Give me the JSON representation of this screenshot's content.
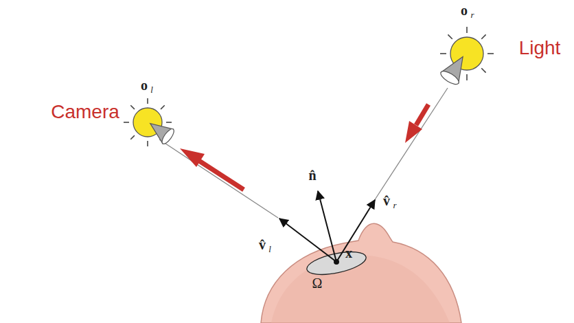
{
  "diagram": {
    "labels": [
      "Camera",
      "Light",
      "o",
      "l",
      "o",
      "r",
      "n̂",
      "v̂",
      "l",
      "v̂",
      "r",
      "x",
      "Ω"
    ]
  }
}
